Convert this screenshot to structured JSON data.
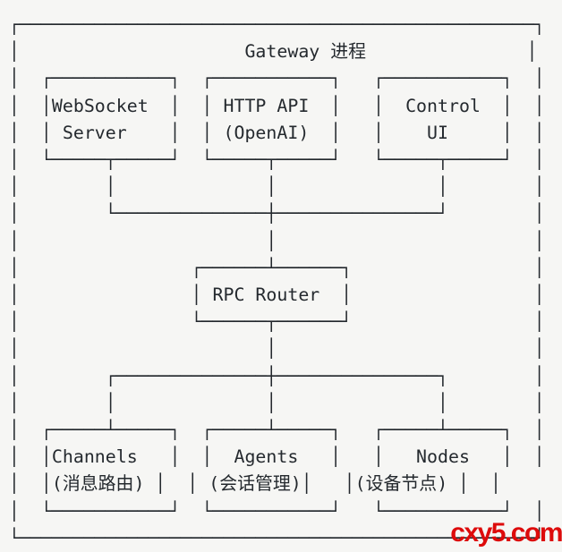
{
  "colors": {
    "background": "#f6f6f4",
    "ink": "#24292e",
    "watermark_red": "#dd0b0b"
  },
  "diagram": {
    "title": "Gateway 进程",
    "top_row_boxes": [
      {
        "line1": "WebSocket",
        "line2": "Server"
      },
      {
        "line1": "HTTP API",
        "line2": "(OpenAI)"
      },
      {
        "line1": "Control",
        "line2": "UI"
      }
    ],
    "middle_box": "RPC Router",
    "bottom_row_boxes": [
      {
        "name": "Channels",
        "subtitle": "(消息路由)"
      },
      {
        "name": "Agents",
        "subtitle": "(会话管理)"
      },
      {
        "name": "Nodes",
        "subtitle": "(设备节点)"
      }
    ],
    "lines": [
      "┌────────────────────────────────────────────────┐",
      "│                     Gateway 进程               │",
      "│  ┌───────────┐  ┌───────────┐   ┌───────────┐  │",
      "│  │WebSocket  │  │ HTTP API  │   │  Control  │  │",
      "│  │ Server    │  │ (OpenAI)  │   │    UI     │  │",
      "│  └─────┬─────┘  └─────┬─────┘   └─────┬─────┘  │",
      "│        │              │               │        │",
      "│        └──────────────┼───────────────┘        │",
      "│                       │                        │",
      "│                ┌──────┴──────┐                 │",
      "│                │ RPC Router  │                 │",
      "│                └──────┬──────┘                 │",
      "│                       │                        │",
      "│        ┌──────────────┼───────────────┐        │",
      "│        │              │               │        │",
      "│  ┌─────┴─────┐  ┌─────┴─────┐   ┌─────┴─────┐  │",
      "│  │Channels   │  │  Agents   │   │   Nodes   │  │",
      "│  │(消息路由) │  │ (会话管理)│   │(设备节点) │  │",
      "│  └───────────┘  └───────────┘   └───────────┘  │",
      "└────────────────────────────────────────────────┘"
    ]
  },
  "watermark": {
    "text": "cxy5.com"
  }
}
